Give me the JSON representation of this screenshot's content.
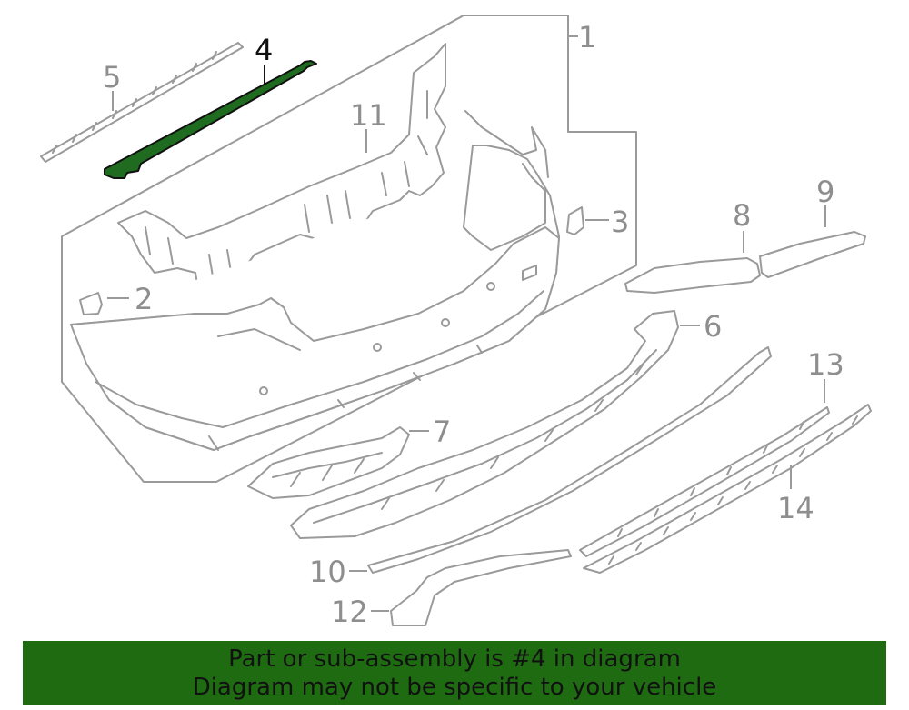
{
  "diagram": {
    "callouts": [
      {
        "id": "1",
        "label": "1"
      },
      {
        "id": "2",
        "label": "2"
      },
      {
        "id": "3",
        "label": "3"
      },
      {
        "id": "4",
        "label": "4",
        "highlighted": true
      },
      {
        "id": "5",
        "label": "5"
      },
      {
        "id": "6",
        "label": "6"
      },
      {
        "id": "7",
        "label": "7"
      },
      {
        "id": "8",
        "label": "8"
      },
      {
        "id": "9",
        "label": "9"
      },
      {
        "id": "10",
        "label": "10"
      },
      {
        "id": "11",
        "label": "11"
      },
      {
        "id": "12",
        "label": "12"
      },
      {
        "id": "13",
        "label": "13"
      },
      {
        "id": "14",
        "label": "14"
      }
    ],
    "highlight_color": "#1f6b1f"
  },
  "banner": {
    "line1": "Part or sub-assembly is #4 in diagram",
    "line2": "Diagram may not be specific to your vehicle",
    "background": "#1e6b12"
  }
}
